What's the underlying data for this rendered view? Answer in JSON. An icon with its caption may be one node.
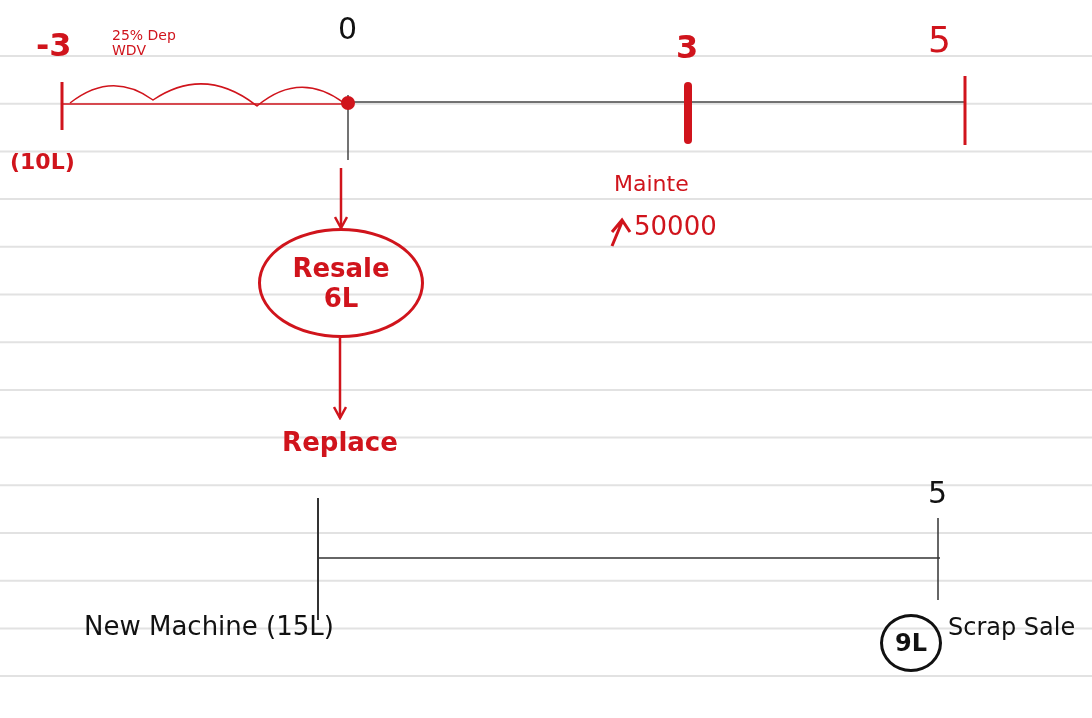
{
  "diagram": {
    "nodes": [
      {
        "text": [
          "Resale",
          "6L"
        ]
      },
      {
        "text": [
          "Replace"
        ]
      },
      {
        "text": [
          "9L"
        ],
        "beside": [
          "Scrap Sale"
        ]
      }
    ],
    "edges": [
      {
        "from": null,
        "to": 0,
        "arrow": "to"
      },
      {
        "from": 0,
        "to": 1,
        "arrow": "to"
      }
    ],
    "labels": [
      "-3",
      "25% Dep WDV",
      "0",
      "3",
      "5",
      "(10L)",
      "Mainte",
      "50000",
      "5",
      "New Machine (15L)"
    ]
  }
}
